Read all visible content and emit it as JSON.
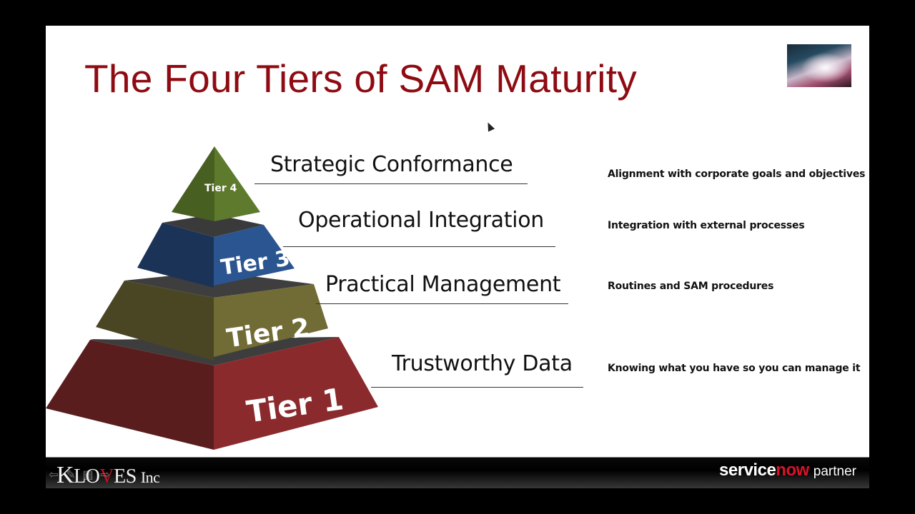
{
  "slide": {
    "title": "The Four Tiers of SAM Maturity",
    "title_color": "#8e0b12",
    "thumbnail_icon": "abstract-light-image"
  },
  "pyramid": {
    "tiers": [
      {
        "label": "Tier 4",
        "color": "#5e7a2c",
        "heading": "Strategic Conformance",
        "description": "Alignment with corporate goals and objectives"
      },
      {
        "label": "Tier 3",
        "color": "#2b5590",
        "heading": "Operational Integration",
        "description": "Integration with external processes"
      },
      {
        "label": "Tier 2",
        "color": "#716b36",
        "heading": "Practical Management",
        "description": "Routines and SAM procedures"
      },
      {
        "label": "Tier 1",
        "color": "#8a2a2c",
        "heading": "Trustworthy Data",
        "description": "Knowing what you have so you can manage it"
      }
    ]
  },
  "footer": {
    "left_brand": {
      "first": "K",
      "mid": "LO",
      "v": "V",
      "rest": "ES",
      "suffix": "Inc"
    },
    "right_brand": {
      "service": "service",
      "now": "now",
      "partner": "partner"
    },
    "now_color": "#d8142a"
  },
  "controls": {
    "prev": "⇦",
    "pen": "✎",
    "menu": "▤",
    "next": "⇨"
  }
}
